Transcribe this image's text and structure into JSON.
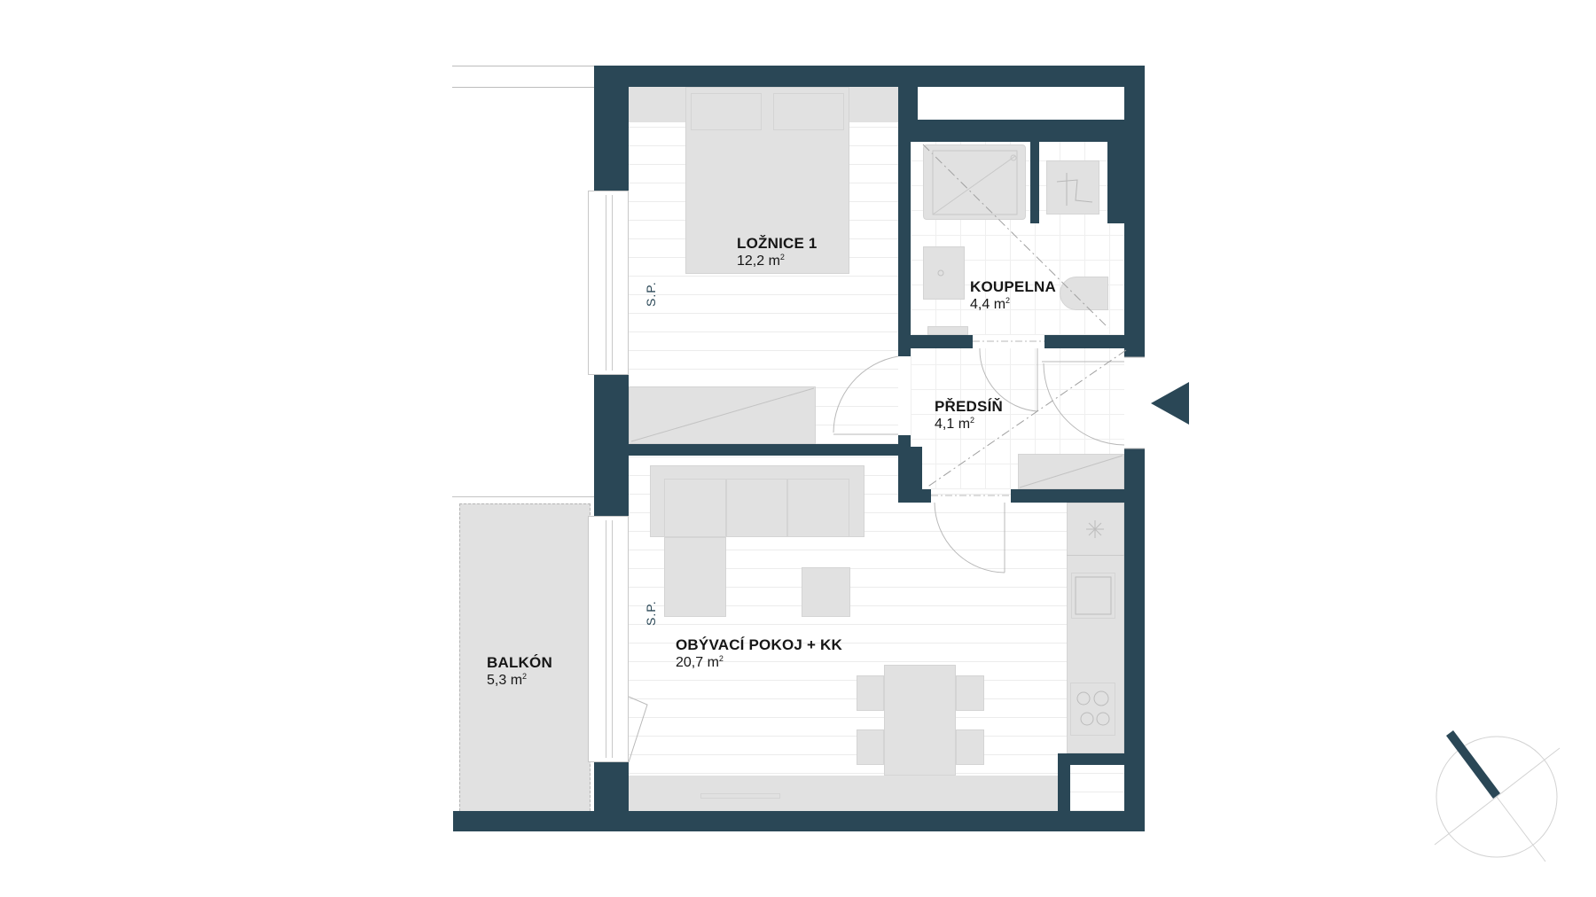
{
  "colors": {
    "wall": "#2a4756",
    "furniture": "#e1e1e1",
    "text": "#161616",
    "background": "#ffffff"
  },
  "rooms": [
    {
      "id": "loznice",
      "name": "LOŽNICE 1",
      "area_value": "12,2",
      "area_unit": "m",
      "area_exp": "2"
    },
    {
      "id": "koupelna",
      "name": "KOUPELNA",
      "area_value": "4,4",
      "area_unit": "m",
      "area_exp": "2"
    },
    {
      "id": "predsin",
      "name": "PŘEDSÍŇ",
      "area_value": "4,1",
      "area_unit": "m",
      "area_exp": "2"
    },
    {
      "id": "obyvaci",
      "name": "OBÝVACÍ POKOJ + KK",
      "area_value": "20,7",
      "area_unit": "m",
      "area_exp": "2"
    },
    {
      "id": "balkon",
      "name": "BALKÓN",
      "area_value": "5,3",
      "area_unit": "m",
      "area_exp": "2"
    }
  ],
  "annotations": {
    "sp_bedroom": "S.P.",
    "sp_living": "S.P."
  },
  "icons": {
    "entrance": "entrance-arrow-icon",
    "compass": "north-compass-icon"
  }
}
